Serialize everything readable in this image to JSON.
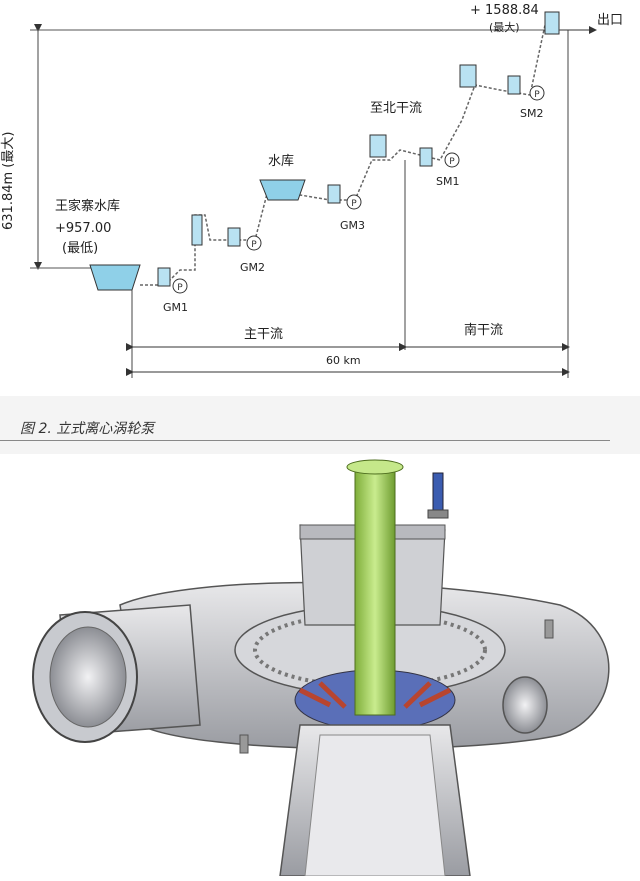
{
  "diagram": {
    "top_elevation": "+ 1588.84",
    "top_elevation_note": "(最大)",
    "outlet": "出口",
    "vertical_dimension": "631.84m (最大)",
    "bottom_reservoir_name": "王家寨水库",
    "bottom_elevation": "+957.00",
    "bottom_elevation_note": "(最低)",
    "mid_reservoir": "水库",
    "north_branch": "至北干流",
    "stations": [
      "GM1",
      "GM2",
      "GM3",
      "SM1",
      "SM2"
    ],
    "main_trunk": "主干流",
    "south_trunk": "南干流",
    "total_length": "60 km"
  },
  "caption": "图 2. 立式离心涡轮泵"
}
